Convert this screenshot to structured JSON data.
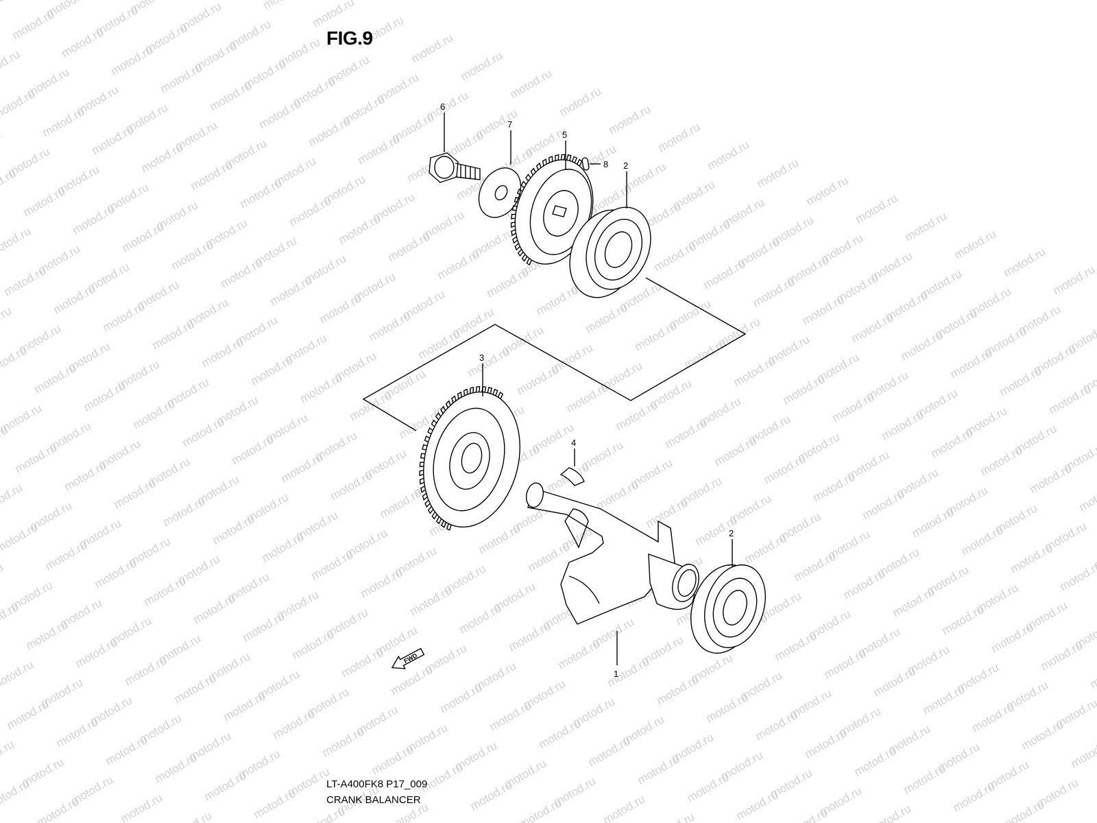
{
  "header": {
    "figure_label": "FIG.9"
  },
  "footer": {
    "model_code": "LT-A400FK8 P17_009",
    "section_name": "CRANK BALANCER"
  },
  "watermark": {
    "text": "motod.ru",
    "color": "#d2d2d2"
  },
  "direction_badge": {
    "text": "FWD"
  },
  "callouts": [
    {
      "id": "callout-1",
      "number": "1"
    },
    {
      "id": "callout-2-upper",
      "number": "2"
    },
    {
      "id": "callout-2-lower",
      "number": "2"
    },
    {
      "id": "callout-3",
      "number": "3"
    },
    {
      "id": "callout-4",
      "number": "4"
    },
    {
      "id": "callout-5",
      "number": "5"
    },
    {
      "id": "callout-6",
      "number": "6"
    },
    {
      "id": "callout-7",
      "number": "7"
    },
    {
      "id": "callout-8",
      "number": "8"
    }
  ]
}
